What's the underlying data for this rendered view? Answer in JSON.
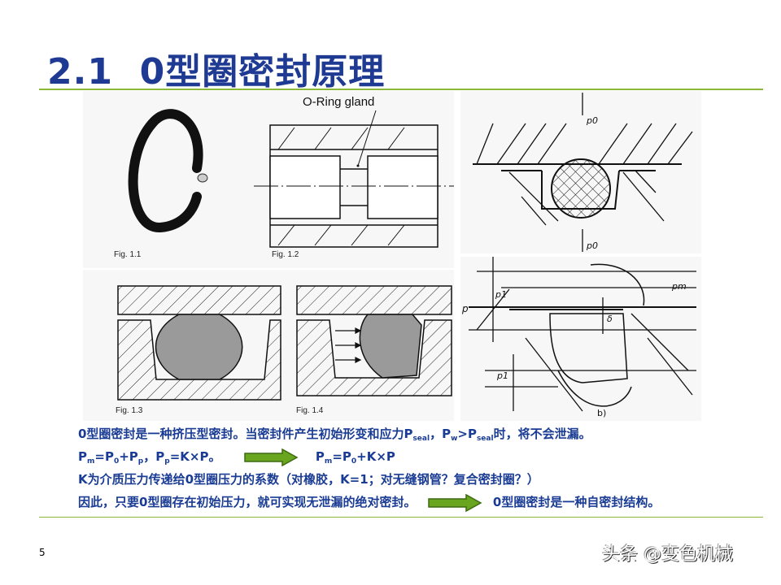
{
  "slide": {
    "title": "2.1  0型圈密封原理",
    "page_number": "5",
    "accent_color": "#8cb83a",
    "text_color": "#1a3c94"
  },
  "figures": {
    "fig11": {
      "label": "Fig. 1.1"
    },
    "fig12": {
      "label": "Fig. 1.2",
      "callout": "O-Ring gland"
    },
    "fig13": {
      "label": "Fig. 1.3"
    },
    "fig14": {
      "label": "Fig. 1.4"
    },
    "fig_a": {
      "label_top": "p0",
      "label_bottom": "p0"
    },
    "fig_b": {
      "caption": "b)",
      "labels": [
        "p",
        "p1",
        "pm",
        "δ",
        "p1"
      ]
    }
  },
  "body": {
    "line1": {
      "part1": "0型圈密封是一种挤压型密封。当密封件产生初始形变和应力P",
      "sub1": "seal",
      "part2": "，P",
      "sub2": "w",
      "part3": ">P",
      "sub3": "seal",
      "part4": "时，将不会泄漏。"
    },
    "line2": {
      "left": {
        "a": "P",
        "a_sub": "m",
        "b": "=P",
        "b_sub": "0",
        "c": "+P",
        "c_sub": "p",
        "d": "，P",
        "d_sub": "p",
        "e": "=K×P。"
      },
      "right": {
        "a": "P",
        "a_sub": "m",
        "b": "=P",
        "b_sub": "0",
        "c": "+K×P"
      }
    },
    "line3": "K为介质压力传递给0型圈压力的系数（对橡胶，K=1；对无缝钢管？复合密封圈？）",
    "line4": {
      "left": "因此，只要0型圈存在初始压力，就可实现无泄漏的绝对密封。",
      "right": "0型圈密封是一种自密封结构。"
    }
  },
  "watermark": "头条 @变色机械"
}
